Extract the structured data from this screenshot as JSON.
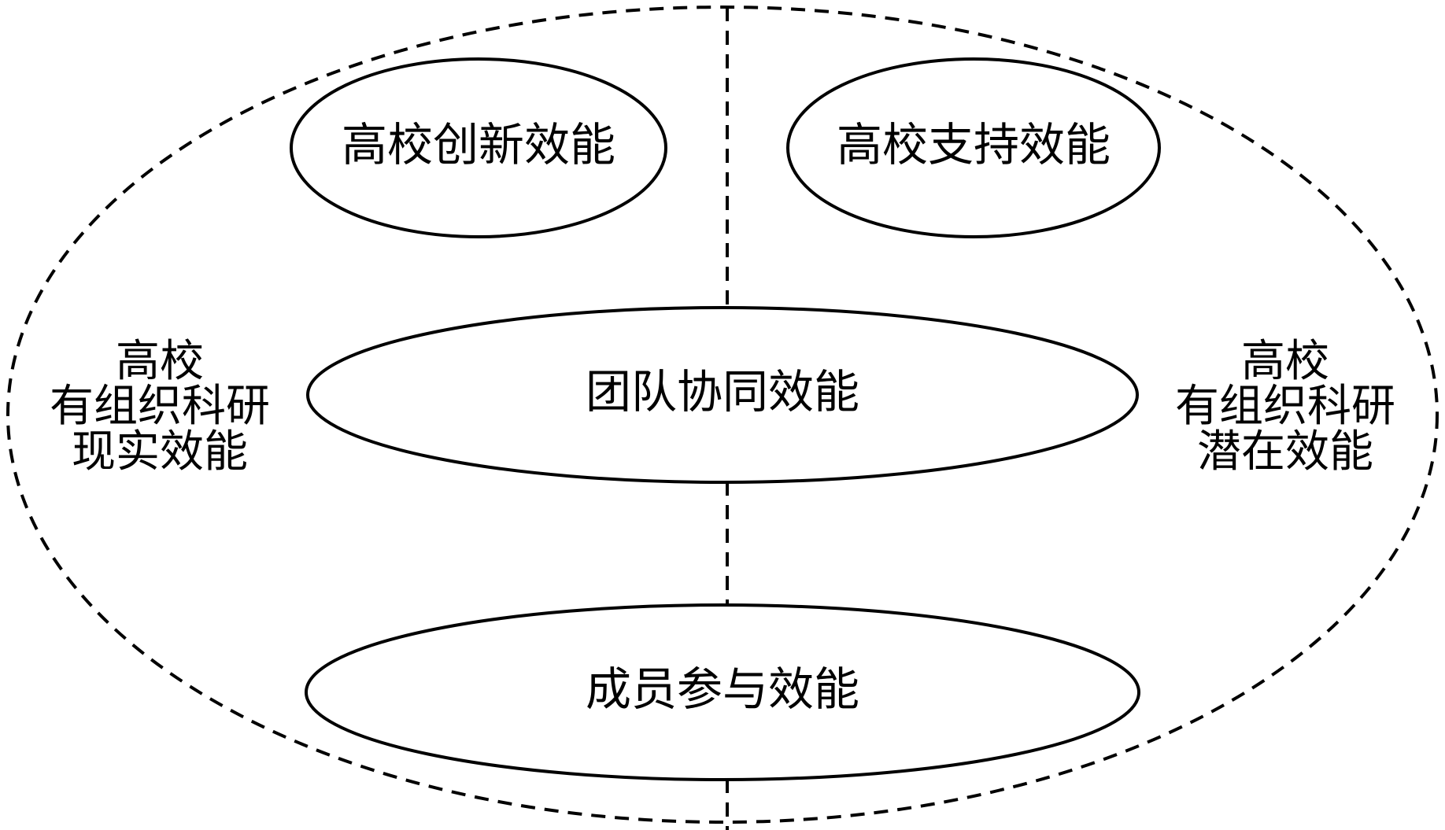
{
  "diagram": {
    "ellipses": {
      "top_left": "高校创新效能",
      "top_right": "高校支持效能",
      "middle": "团队协同效能",
      "bottom": "成员参与效能"
    },
    "left_label": {
      "line1": "高校",
      "line2": "有组织科研",
      "line3": "现实效能"
    },
    "right_label": {
      "line1": "高校",
      "line2": "有组织科研",
      "line3": "潜在效能"
    }
  }
}
